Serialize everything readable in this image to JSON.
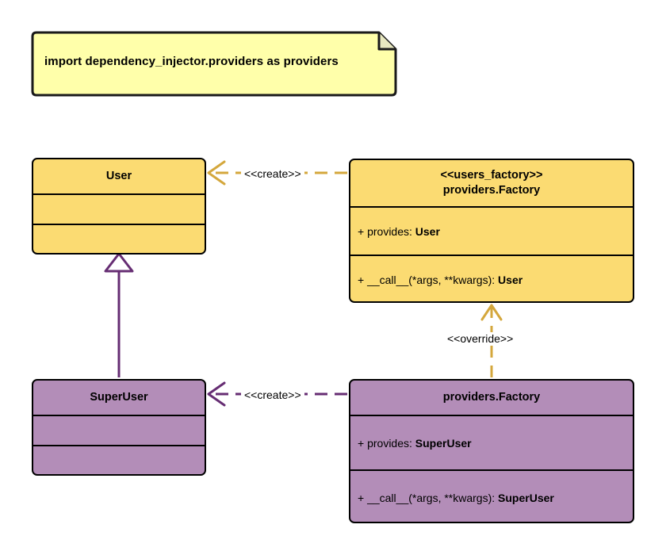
{
  "diagram": {
    "type": "uml-class-diagram",
    "colors": {
      "class_yellow_fill": "#FBDB72",
      "class_purple_fill": "#B38DB8",
      "note_fill": "#FFFFAA",
      "gold_connector": "#D4A73C",
      "purple_connector": "#662D73",
      "outline": "#000000",
      "background": "#FFFFFF"
    },
    "note": {
      "text": "import dependency_injector.providers as providers"
    },
    "classes": [
      {
        "id": "user",
        "stereotype": "",
        "name": "User",
        "theme": "yellow",
        "attributes": [],
        "methods": []
      },
      {
        "id": "users-factory",
        "stereotype": "<<users_factory>>",
        "name": "providers.Factory",
        "theme": "yellow",
        "attributes": [
          {
            "visibility": "+",
            "label": "provides:",
            "type": "User"
          }
        ],
        "methods": [
          {
            "visibility": "+",
            "label": "__call__(*args, **kwargs):",
            "type": "User"
          }
        ]
      },
      {
        "id": "superuser",
        "stereotype": "",
        "name": "SuperUser",
        "theme": "purple",
        "attributes": [],
        "methods": []
      },
      {
        "id": "providers-factory",
        "stereotype": "",
        "name": "providers.Factory",
        "theme": "purple",
        "attributes": [
          {
            "visibility": "+",
            "label": "provides:",
            "type": "SuperUser"
          }
        ],
        "methods": [
          {
            "visibility": "+",
            "label": "__call__(*args, **kwargs):",
            "type": "SuperUser"
          }
        ]
      }
    ],
    "relationships": [
      {
        "id": "create-user",
        "label": "<<create>>",
        "from": "users-factory",
        "to": "user",
        "style": "dashed",
        "arrow": "open",
        "color": "#D4A73C"
      },
      {
        "id": "create-superuser",
        "label": "<<create>>",
        "from": "providers-factory",
        "to": "superuser",
        "style": "dashed",
        "arrow": "open",
        "color": "#662D73"
      },
      {
        "id": "override",
        "label": "<<override>>",
        "from": "providers-factory",
        "to": "users-factory",
        "style": "dashed",
        "arrow": "open",
        "color": "#D4A73C"
      },
      {
        "id": "inheritance",
        "label": "",
        "from": "superuser",
        "to": "user",
        "style": "solid",
        "arrow": "hollow-triangle",
        "color": "#662D73"
      }
    ]
  }
}
